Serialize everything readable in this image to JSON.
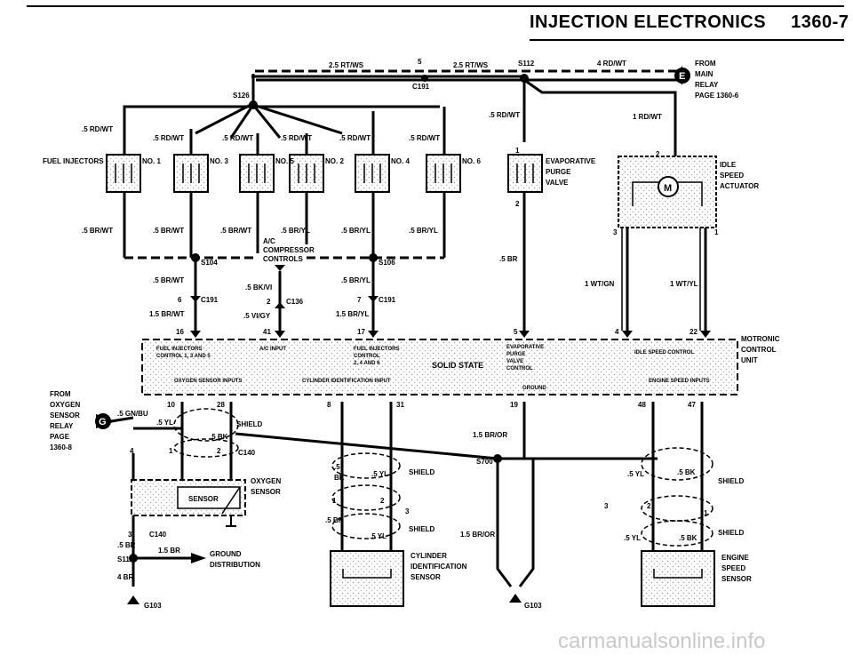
{
  "header": {
    "title": "INJECTION ELECTRONICS",
    "page": "1360-7"
  },
  "labels": {
    "w_25rtws": "2.5 RT/WS",
    "n5": "5",
    "c191": "C191",
    "s112": "S112",
    "w_4rdwt": "4 RD/WT",
    "from_main_relay": [
      "FROM",
      "MAIN",
      "RELAY",
      "PAGE 1360-6"
    ],
    "conn_e": "E",
    "s126": "S126",
    "rdwt5": ".5 RD/WT",
    "rdwt1": "1 RD/WT",
    "fuel_injectors": "FUEL INJECTORS",
    "no1": "NO. 1",
    "no3": "NO. 3",
    "no5": "NO. 5",
    "no2": "NO. 2",
    "no4": "NO. 4",
    "no6": "NO. 6",
    "n1": "1",
    "n2": "2",
    "n3": "3",
    "evap": [
      "EVAPORATIVE",
      "PURGE",
      "VALVE"
    ],
    "idle": [
      "IDLE",
      "SPEED",
      "ACTUATOR"
    ],
    "m": "M",
    "brwt5": ".5 BR/WT",
    "bryl5": ".5 BR/YL",
    "br5": ".5 BR",
    "ac_comp": [
      "A/C",
      "COMPRESSOR",
      "CONTROLS"
    ],
    "s104": "S104",
    "s106": "S106",
    "bkvi5": ".5 BK/VI",
    "wtgn1": "1 WT/GN",
    "wtyl1": "1 WT/YL",
    "n6": "6",
    "c136": "C136",
    "n7": "7",
    "brwt15": "1.5 BR/WT",
    "vigy5": ".5 VI/GY",
    "bryl15": "1.5 BR/YL",
    "pins_top": [
      "16",
      "41",
      "17",
      "5",
      "4",
      "22"
    ],
    "ecu_fic135": [
      "FUEL INJECTORS",
      "CONTROL 1, 3 AND 5"
    ],
    "ecu_acinput": "A/C INPUT",
    "ecu_fic246": [
      "FUEL INJECTORS",
      "CONTROL",
      "2, 4 AND 6"
    ],
    "ecu_solid": "SOLID STATE",
    "ecu_evap": [
      "EVAPORATIVE",
      "PURGE",
      "VALVE",
      "CONTROL"
    ],
    "ecu_idle": "IDLE SPEED CONTROL",
    "motronic": [
      "MOTRONIC",
      "CONTROL",
      "UNIT"
    ],
    "ecu_o2": "OXYGEN SENSOR INPUTS",
    "ecu_cyl": "CYLINDER IDENTIFICATION INPUT",
    "ecu_ground": "GROUND",
    "ecu_eng": "ENGINE SPEED INPUTS",
    "from_o2_relay": [
      "FROM",
      "OXYGEN",
      "SENSOR",
      "RELAY",
      "PAGE",
      "1360-8"
    ],
    "conn_g": "G",
    "gnbu5": ".5 GN/BU",
    "pins_bottom": [
      "10",
      "28",
      "8",
      "31",
      "19",
      "48",
      "47"
    ],
    "yl5": ".5 YL",
    "bk5": ".5 BK",
    "shield": "SHIELD",
    "n4": "4",
    "c140": "C140",
    "br15_or": "1.5 BR/OR",
    "s700": "S700",
    "bk5_short": ".5",
    "bk_short": "BK",
    "oxygen_sensor": [
      "OXYGEN",
      "SENSOR"
    ],
    "sensor": "SENSOR",
    "cyl_id": [
      "CYLINDER",
      "IDENTIFICATION",
      "SENSOR"
    ],
    "eng_speed": [
      "ENGINE",
      "SPEED",
      "SENSOR"
    ],
    "br5b": ".5 BR",
    "s111": "S111",
    "br15": "1.5 BR",
    "ground_dist": [
      "GROUND",
      "DISTRIBUTION"
    ],
    "br4": "4 BR",
    "g103": "G103",
    "watermark": "carmanualsonline.info"
  }
}
